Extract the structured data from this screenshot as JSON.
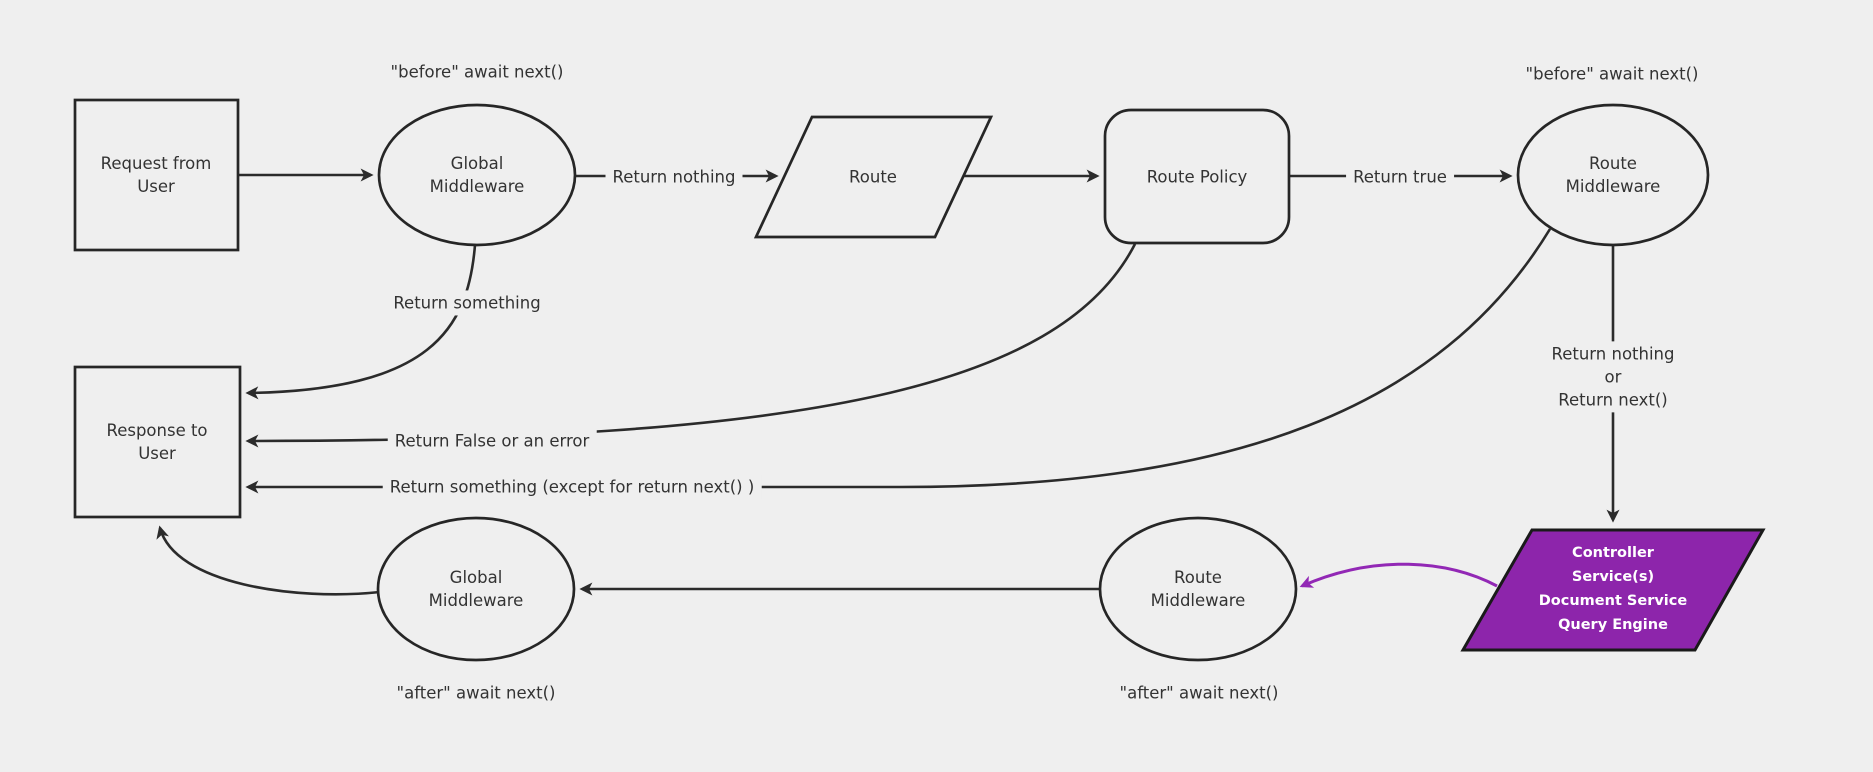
{
  "diagram": {
    "type": "flowchart",
    "background_color": "#efefef",
    "line_color": "#2b2b2b",
    "text_color": "#333333",
    "accent_purple_fill": "#8d25ab",
    "accent_purple_stroke": "#9228b5",
    "node_border_color": "#1a1a1a"
  },
  "nodes": {
    "request_from_user": {
      "label": "Request from User",
      "shape": "rectangle"
    },
    "global_middleware_top": {
      "label": "Global Middleware",
      "shape": "ellipse"
    },
    "route": {
      "label": "Route",
      "shape": "parallelogram"
    },
    "route_policy": {
      "label": "Route Policy",
      "shape": "rounded-rectangle"
    },
    "route_middleware_top": {
      "label": "Route Middleware",
      "shape": "ellipse"
    },
    "response_to_user": {
      "label": "Response to User",
      "shape": "rectangle"
    },
    "controller": {
      "label": "Controller\nService(s)\nDocument Service\nQuery Engine",
      "shape": "parallelogram",
      "fill": "#8d25ab",
      "text_color": "#ffffff"
    },
    "route_middleware_bottom": {
      "label": "Route Middleware",
      "shape": "ellipse"
    },
    "global_middleware_bottom": {
      "label": "Global Middleware",
      "shape": "ellipse"
    }
  },
  "edge_labels": {
    "before_await_next_left": "\"before\" await next()",
    "before_await_next_right": "\"before\" await next()",
    "return_nothing": "Return nothing",
    "return_true": "Return true",
    "return_something": "Return something",
    "return_false_or_error": "Return False or an error",
    "return_something_except": "Return something (except for return next() )",
    "return_nothing_or_next": "Return nothing\nor\nReturn next()",
    "after_await_next_left": "\"after\" await next()",
    "after_await_next_right": "\"after\" await next()"
  }
}
